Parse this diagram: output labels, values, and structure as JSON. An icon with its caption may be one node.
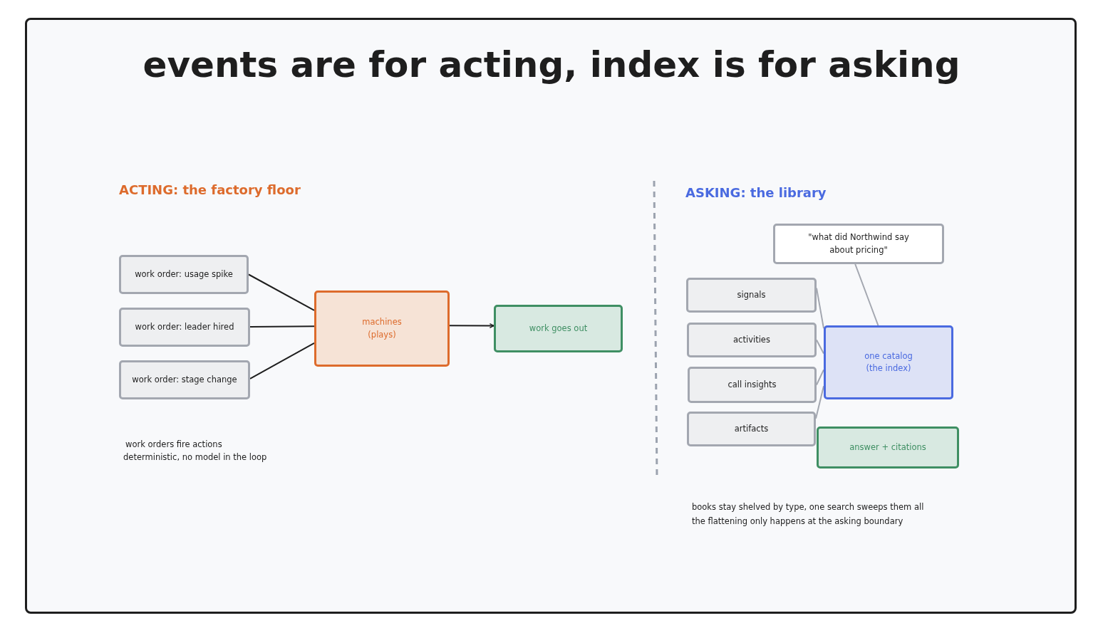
{
  "diagram": {
    "title": "events are for acting, index is for asking",
    "nodes": [
      {
        "text": [
          "work order: usage spike"
        ]
      },
      {
        "text": [
          "work order: leader hired"
        ]
      },
      {
        "text": [
          "work order: stage change"
        ]
      },
      {
        "text": [
          "machines (plays)"
        ]
      },
      {
        "text": [
          "work goes out"
        ]
      },
      {
        "text": [
          "\"what did Northwind say about pricing\""
        ]
      },
      {
        "text": [
          "signals"
        ]
      },
      {
        "text": [
          "activities"
        ]
      },
      {
        "text": [
          "call insights"
        ]
      },
      {
        "text": [
          "artifacts"
        ]
      },
      {
        "text": [
          "one catalog (the index)"
        ]
      },
      {
        "text": [
          "answer + citations"
        ]
      }
    ],
    "edges": [
      {
        "from": 0,
        "to": 3,
        "arrow": "none",
        "color": "#1e1e1e"
      },
      {
        "from": 1,
        "to": 3,
        "arrow": "none",
        "color": "#1e1e1e"
      },
      {
        "from": 2,
        "to": 3,
        "arrow": "none",
        "color": "#1e1e1e"
      },
      {
        "from": 3,
        "to": 4,
        "arrow": "to",
        "color": "#1e1e1e"
      },
      {
        "from": 5,
        "to": 10,
        "arrow": "none"
      },
      {
        "from": 6,
        "to": 10,
        "arrow": "none"
      },
      {
        "from": 7,
        "to": 10,
        "arrow": "none"
      },
      {
        "from": 8,
        "to": 10,
        "arrow": "none"
      },
      {
        "from": 9,
        "to": 10,
        "arrow": "none"
      }
    ],
    "labels": [
      "ACTING: the factory floor",
      "work orders fire actions",
      "deterministic, no model in the loop",
      "ASKING: the library",
      "books stay shelved by type, one search sweeps them all",
      "the flattening only happens at the asking boundary"
    ]
  }
}
